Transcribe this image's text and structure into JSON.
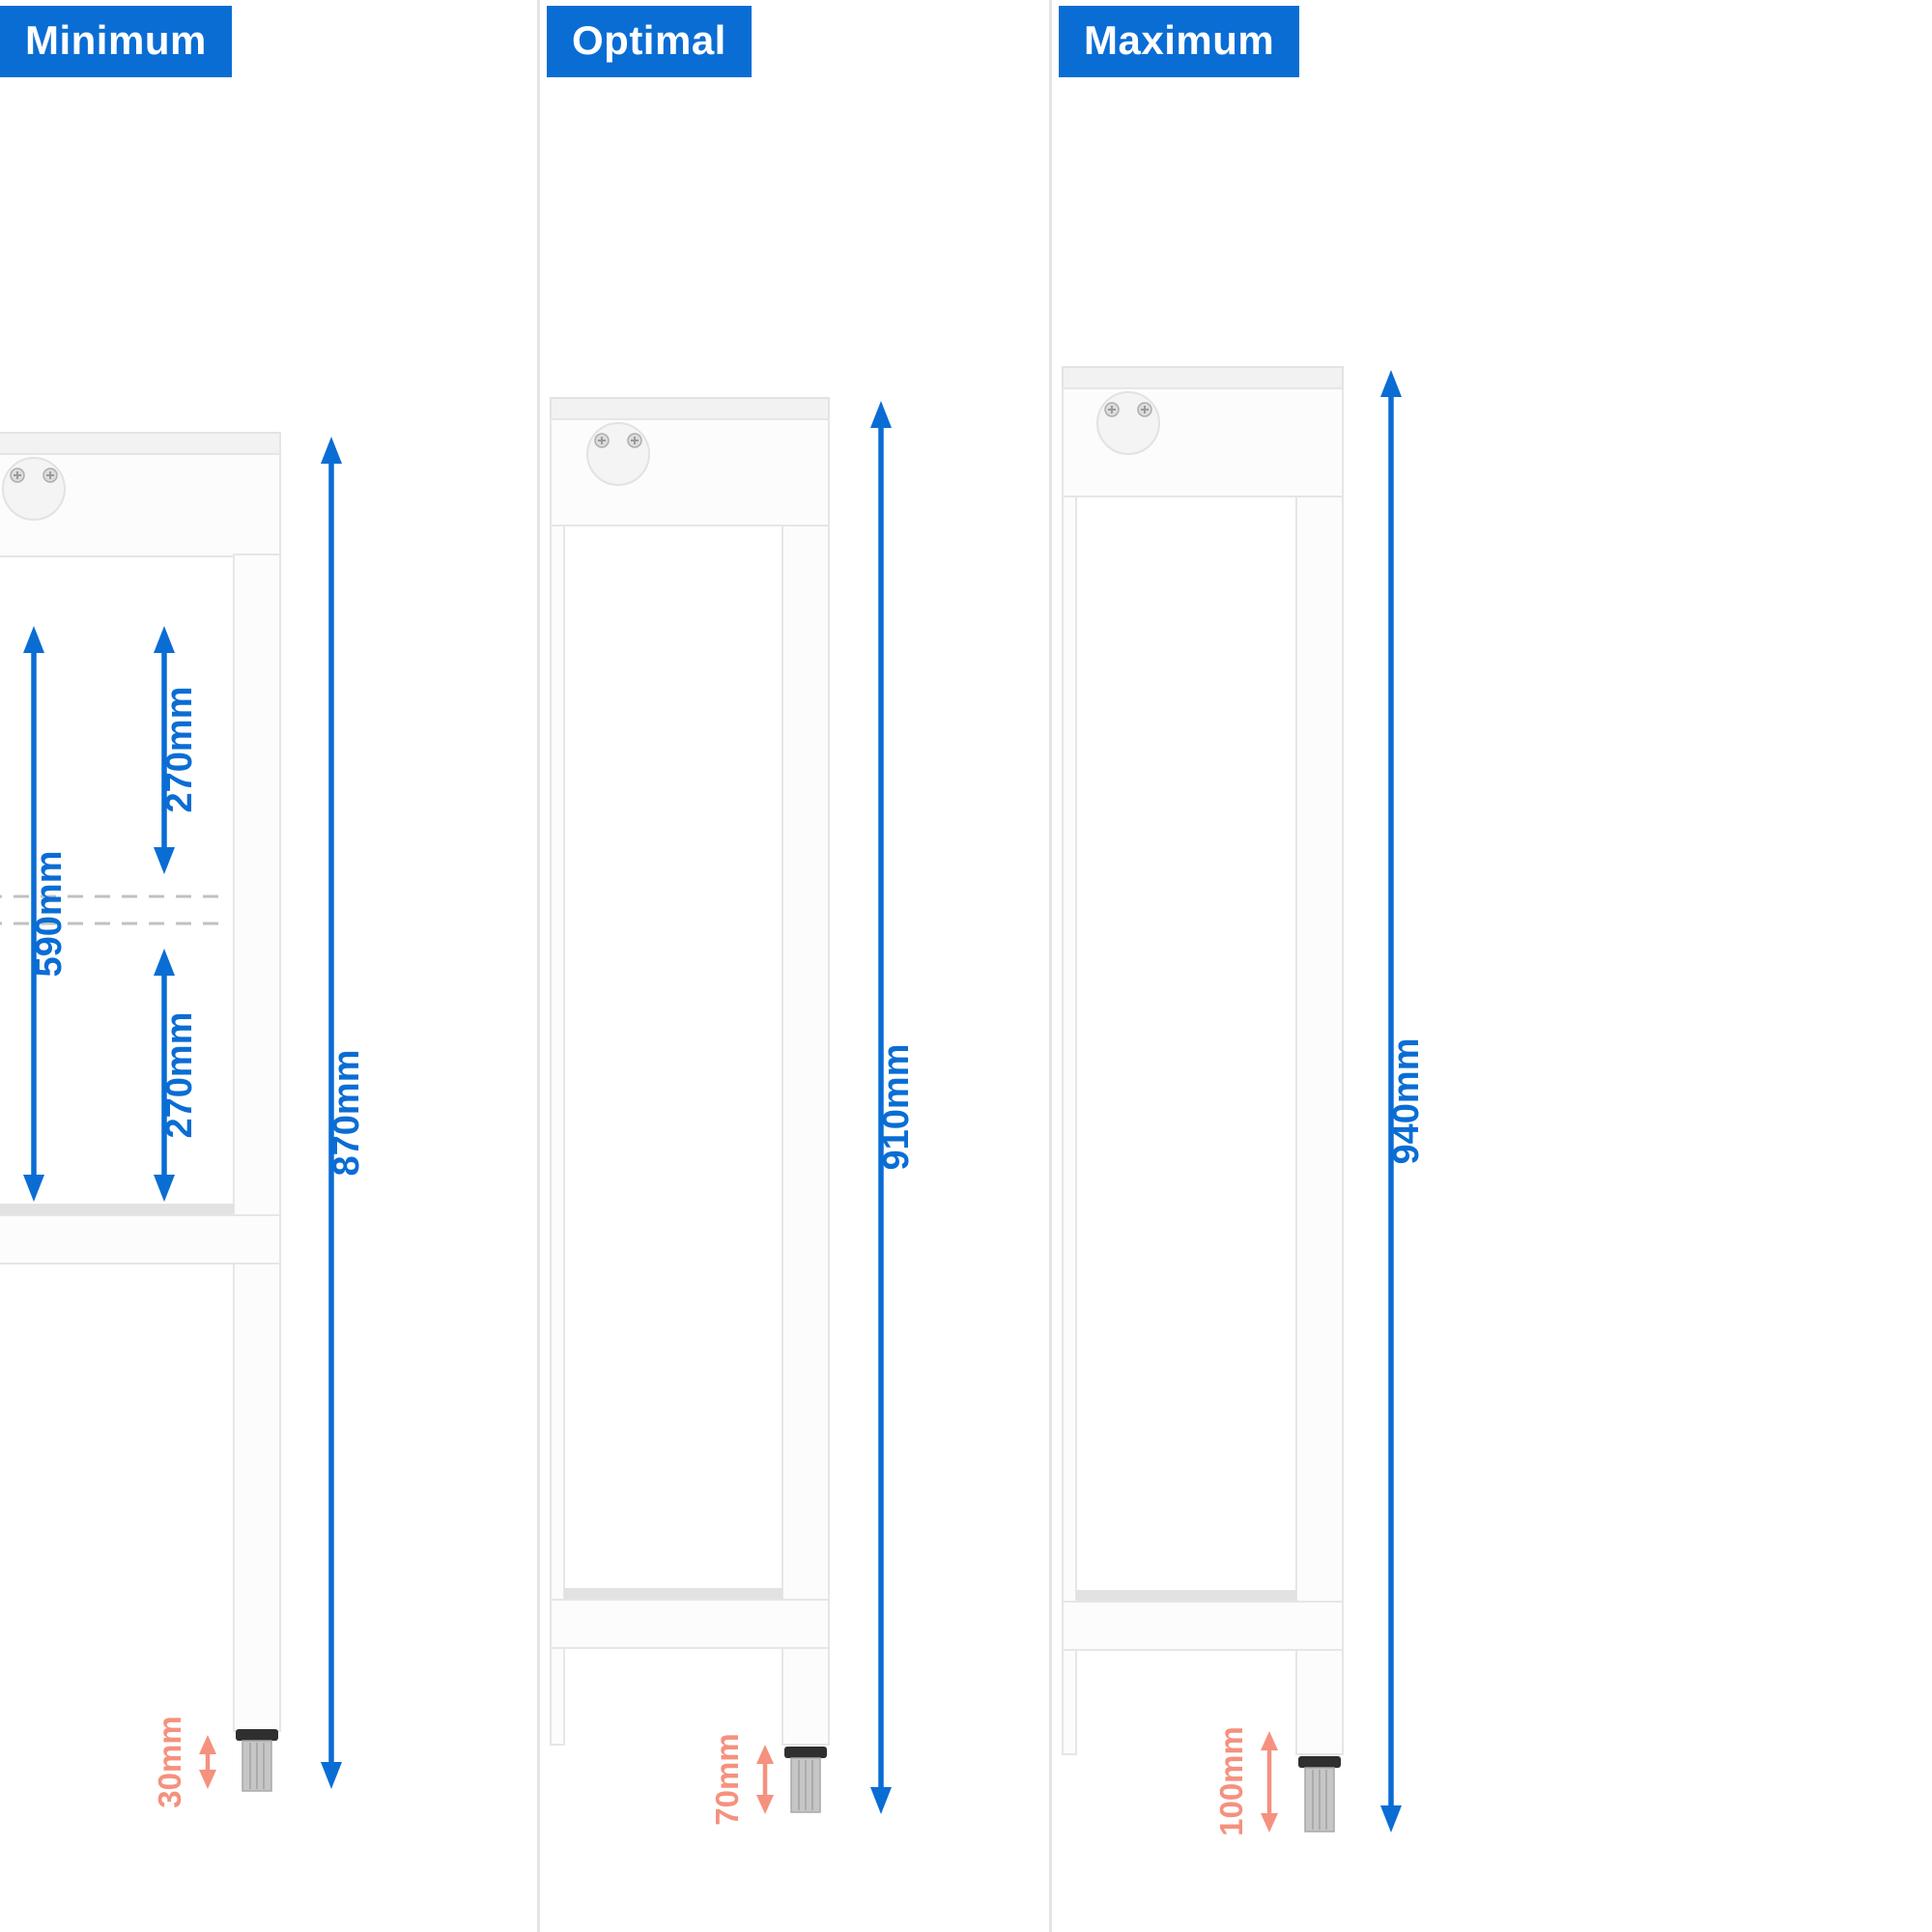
{
  "colors": {
    "accent_blue": "#0a6dd4",
    "accent_salmon": "#f5917e"
  },
  "panels": [
    {
      "label": "Minimum",
      "total_height": "870mm",
      "dims": {
        "shelf_span": "590mm",
        "upper": "270mm",
        "lower": "270mm"
      },
      "foot_adjust": "30mm"
    },
    {
      "label": "Optimal",
      "total_height": "910mm",
      "foot_adjust": "70mm"
    },
    {
      "label": "Maximum",
      "total_height": "940mm",
      "foot_adjust": "100mm"
    }
  ]
}
